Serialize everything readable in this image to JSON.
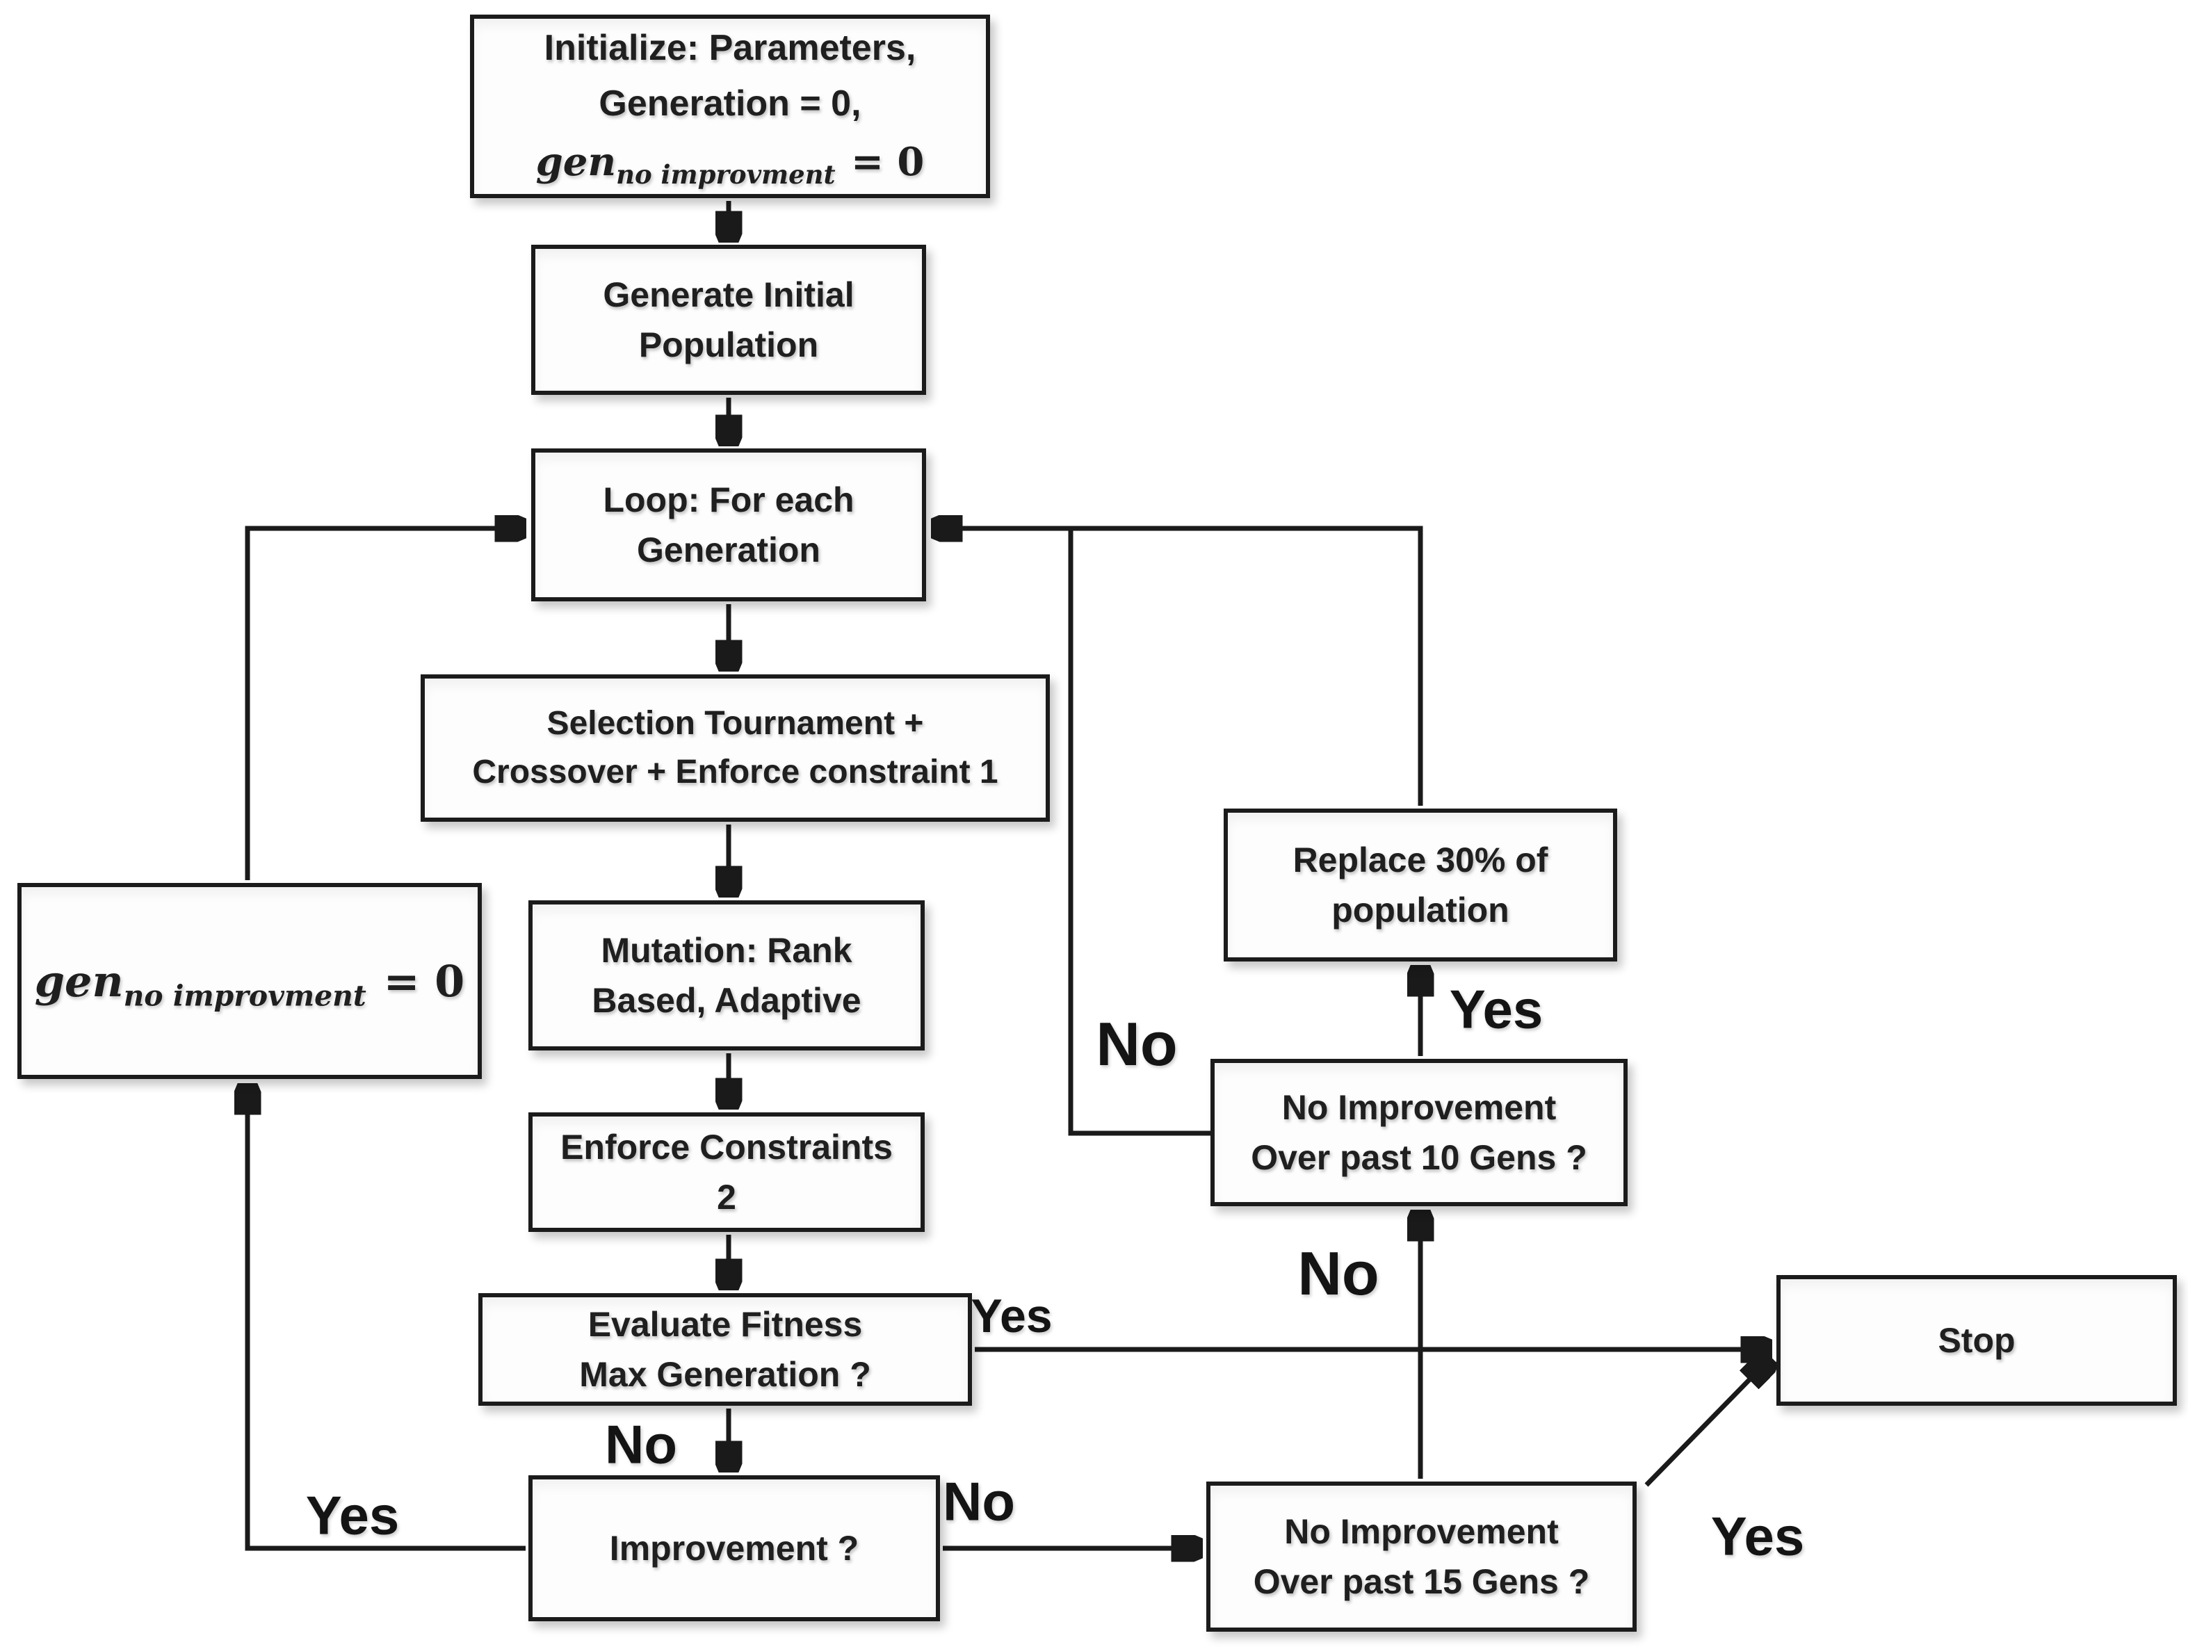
{
  "colors": {
    "line": "#1a1a1a",
    "box_border": "#1b1b1b",
    "box_background": "#fdfdfd",
    "page_background": "#ffffff"
  },
  "boxes": {
    "init": {
      "line1": "Initialize: Parameters,",
      "line2": "Generation = 0,",
      "formula": {
        "base": "gen",
        "sub": "no improvment",
        "rhs": "= 0"
      }
    },
    "generate": {
      "text": "Generate Initial\nPopulation"
    },
    "loop": {
      "text": "Loop: For each\nGeneration"
    },
    "selection": {
      "text": "Selection Tournament +\nCrossover + Enforce constraint 1"
    },
    "mutation": {
      "text": "Mutation: Rank\nBased, Adaptive"
    },
    "enforce2": {
      "text": "Enforce Constraints\n2"
    },
    "evaluate": {
      "text": "Evaluate Fitness\nMax Generation ?"
    },
    "improvement": {
      "text": "Improvement ?"
    },
    "gen_reset": {
      "formula": {
        "base": "gen",
        "sub": "no improvment",
        "rhs": "= 0"
      }
    },
    "replace": {
      "text": "Replace 30% of\npopulation"
    },
    "gens10": {
      "text": "No Improvement\nOver past 10 Gens ?"
    },
    "gens15": {
      "text": "No Improvement\nOver past 15 Gens ?"
    },
    "stop": {
      "text": "Stop"
    }
  },
  "edge_labels": {
    "evaluate_yes": "Yes",
    "evaluate_no": "No",
    "improvement_no": "No",
    "improvement_yes": "Yes",
    "gens15_no": "No",
    "gens10_yes": "Yes",
    "gens10_no": "No",
    "gens15_yes": "Yes"
  }
}
